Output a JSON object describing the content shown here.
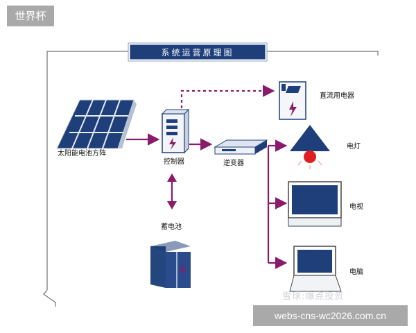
{
  "corner_tag": "世界杯",
  "footer_url": "webs-cns-wc2026.com.cn",
  "watermark": "雪球:爆点投资",
  "diagram": {
    "title": "系统运营原理图",
    "nodes": {
      "solar": "太阳能电池方阵",
      "controller": "控制器",
      "battery": "蓄电池",
      "inverter": "逆变器",
      "dc_load": "直流用电器",
      "lamp": "电灯",
      "tv": "电视",
      "computer": "电脑"
    }
  },
  "colors": {
    "navy": "#1f3f7a",
    "arrow": "#8a1a6a",
    "lamp_red": "#e02020"
  }
}
